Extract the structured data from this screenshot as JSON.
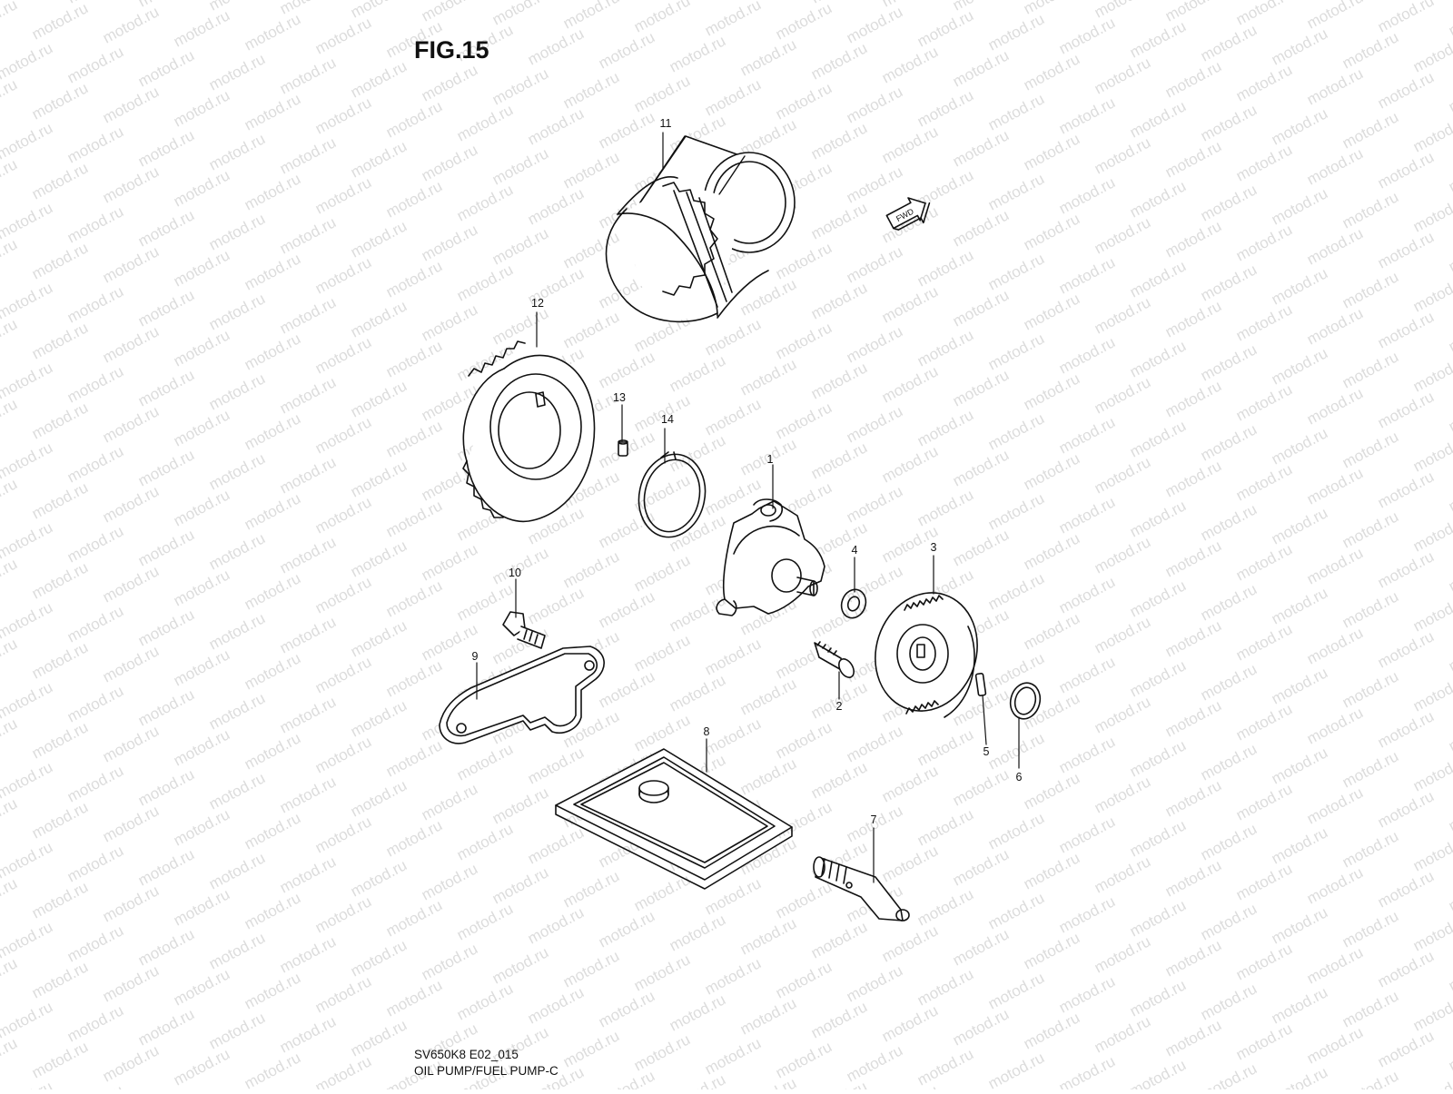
{
  "figure": {
    "title": "FIG.15",
    "footer_code": "SV650K8 E02_015",
    "footer_title": "OIL PUMP/FUEL PUMP-C"
  },
  "watermark": {
    "text": "motod.ru"
  },
  "direction_tag": {
    "label": "FWD"
  },
  "callouts": [
    "1",
    "2",
    "3",
    "4",
    "5",
    "6",
    "7",
    "8",
    "9",
    "10",
    "11",
    "12",
    "13",
    "14"
  ],
  "colors": {
    "line": "#111111",
    "watermark": "#dcdcdc",
    "background": "#ffffff"
  }
}
